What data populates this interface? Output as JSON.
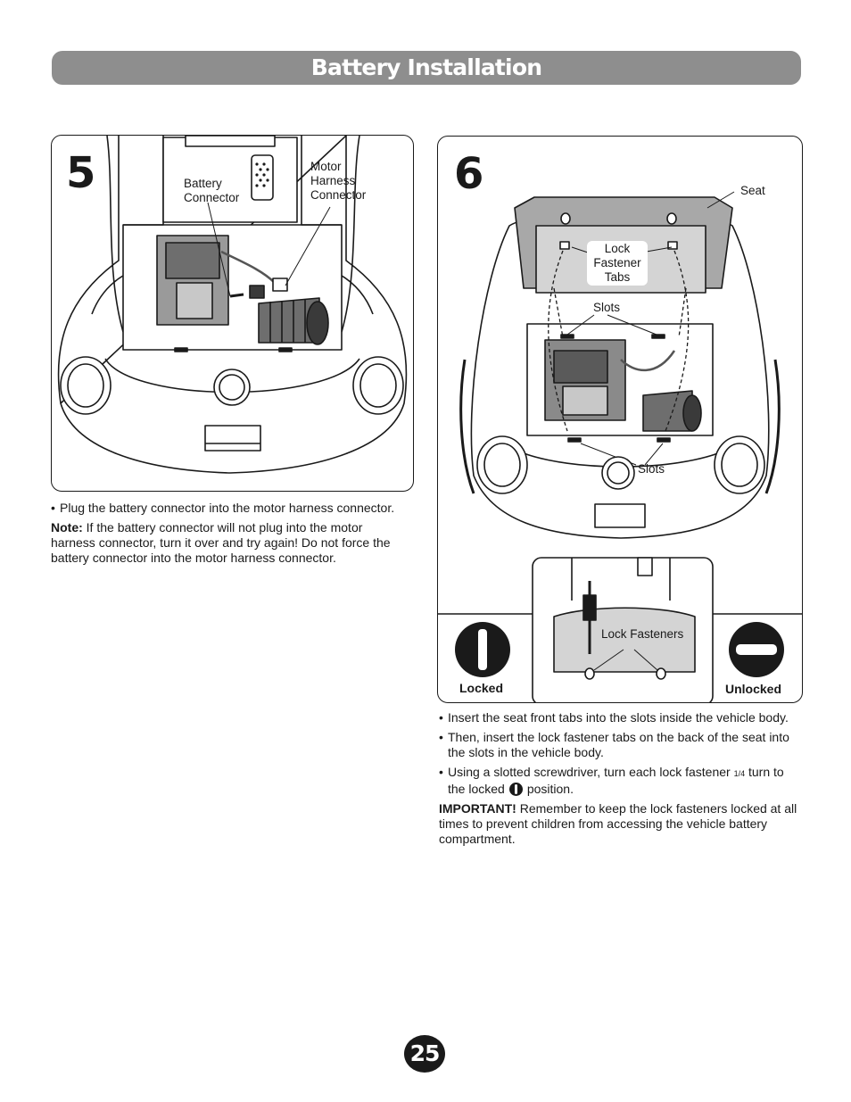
{
  "header": {
    "title": "Battery Installation"
  },
  "step5": {
    "number": "5",
    "callout_battery_line1": "Battery",
    "callout_battery_line2": "Connector",
    "callout_motor_line1": "Motor",
    "callout_motor_line2": "Harness",
    "callout_motor_line3": "Connector",
    "bullet": "Plug the battery connector into the motor harness connector.",
    "note_label": "Note:",
    "note_text": "If the battery connector will not plug into the motor harness connector, turn it over and try again! Do not force the battery connector into the motor harness connector."
  },
  "step6": {
    "number": "6",
    "callout_seat": "Seat",
    "callout_tabs_line1": "Lock",
    "callout_tabs_line2": "Fastener",
    "callout_tabs_line3": "Tabs",
    "callout_slots_top": "Slots",
    "callout_slots_bottom": "Slots",
    "callout_lock_fasteners": "Lock Fasteners",
    "locked_label": "Locked",
    "unlocked_label": "Unlocked",
    "bullet1": "Insert the seat front tabs into the slots inside the vehicle body.",
    "bullet2": "Then, insert the lock fastener tabs on the back of the seat into the slots in the vehicle body.",
    "bullet3_part1": "Using a slotted screwdriver, turn each lock fastener",
    "bullet3_fraction": "1/4",
    "bullet3_part2": "turn to the locked",
    "bullet3_part3": "position.",
    "important_label": "IMPORTANT!",
    "important_text": "Remember to keep the lock fasteners locked at all times to prevent children from accessing the vehicle battery compartment."
  },
  "footer": {
    "page_number": "25"
  }
}
